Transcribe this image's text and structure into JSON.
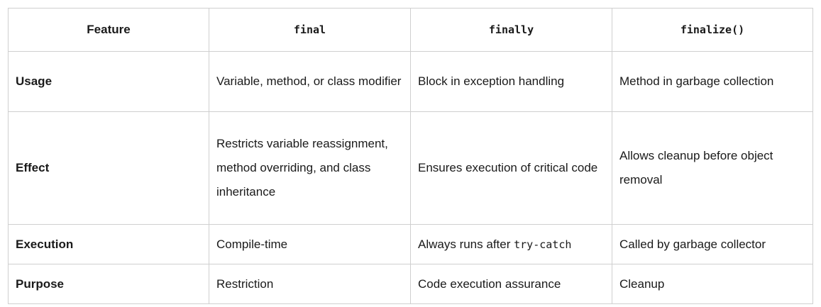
{
  "table": {
    "headers": [
      "Feature",
      "final",
      "finally",
      "finalize()"
    ],
    "rows": [
      {
        "feature": "Usage",
        "final": "Variable, method, or class modifier",
        "finally": "Block in exception handling",
        "finalize": "Method in garbage collection"
      },
      {
        "feature": "Effect",
        "final": "Restricts variable reassignment, method overriding, and class inheritance",
        "finally": "Ensures execution of critical code",
        "finalize": "Allows cleanup before object removal"
      },
      {
        "feature": "Execution",
        "final": "Compile-time",
        "finally_prefix": "Always runs after ",
        "finally_code": "try-catch",
        "finalize": "Called by garbage collector"
      },
      {
        "feature": "Purpose",
        "final": "Restriction",
        "finally": "Code execution assurance",
        "finalize": "Cleanup"
      }
    ]
  }
}
